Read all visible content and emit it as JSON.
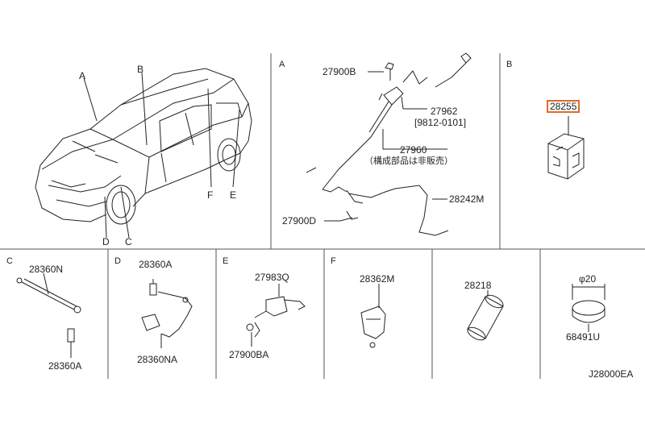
{
  "sections": {
    "A": "A",
    "B": "B",
    "C": "C",
    "D": "D",
    "E": "E",
    "F": "F"
  },
  "car_callouts": {
    "A": "A",
    "B": "B",
    "C": "C",
    "D": "D",
    "E": "E",
    "F": "F"
  },
  "parts": {
    "p27900B": "27900B",
    "p27962": "27962",
    "p27962_range": "[9812-0101]",
    "p27960": "27960",
    "p27960_note": "（構成部品は非販売）",
    "p28242M": "28242M",
    "p27900D": "27900D",
    "p28255": "28255",
    "p28360N": "28360N",
    "p28360A_C": "28360A",
    "p28360A_D": "28360A",
    "p28360NA": "28360NA",
    "p27983Q": "27983Q",
    "p27900BA": "27900BA",
    "p28362M": "28362M",
    "p28218": "28218",
    "dia": "φ20",
    "p68491U": "68491U"
  },
  "diagram_code": "J28000EA",
  "colors": {
    "highlight": "#e06a2a",
    "line": "#222222",
    "divider": "#555555"
  }
}
